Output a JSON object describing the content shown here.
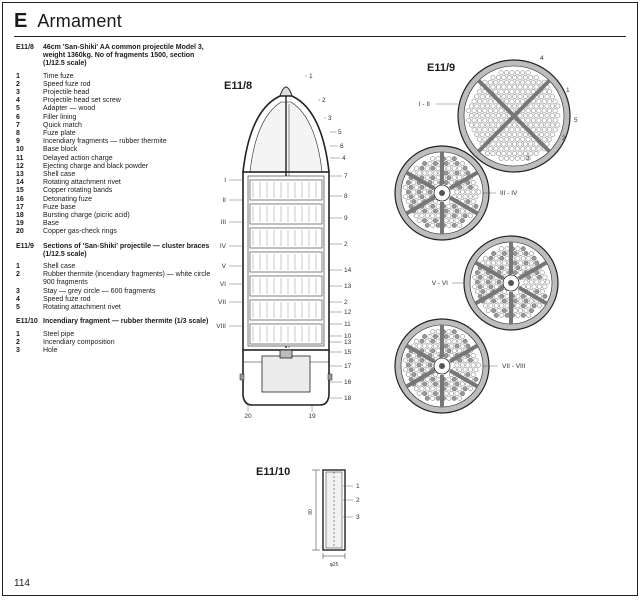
{
  "header": {
    "letter": "E",
    "title": "Armament"
  },
  "legend": [
    {
      "id": "E11/8",
      "desc": "46cm 'San-Shiki' AA common projectile Model 3, weight 1360kg. No of fragments 1500, section (1/12.5 scale)",
      "items": [
        {
          "n": "1",
          "t": "Time fuze"
        },
        {
          "n": "2",
          "t": "Speed fuze rod"
        },
        {
          "n": "3",
          "t": "Projectile head"
        },
        {
          "n": "4",
          "t": "Projectile head set screw"
        },
        {
          "n": "5",
          "t": "Adapter — wood"
        },
        {
          "n": "6",
          "t": "Filler lining"
        },
        {
          "n": "7",
          "t": "Quick match"
        },
        {
          "n": "8",
          "t": "Fuze plate"
        },
        {
          "n": "9",
          "t": "Incendiary fragments — rubber thermite"
        },
        {
          "n": "10",
          "t": "Base block"
        },
        {
          "n": "11",
          "t": "Delayed action charge"
        },
        {
          "n": "12",
          "t": "Ejecting charge and black powder"
        },
        {
          "n": "13",
          "t": "Shell case"
        },
        {
          "n": "14",
          "t": "Rotating attachment rivet"
        },
        {
          "n": "15",
          "t": "Copper rotating bands"
        },
        {
          "n": "16",
          "t": "Detonating fuze"
        },
        {
          "n": "17",
          "t": "Fuze base"
        },
        {
          "n": "18",
          "t": "Bursting charge (picric acid)"
        },
        {
          "n": "19",
          "t": "Base"
        },
        {
          "n": "20",
          "t": "Copper gas-check rings"
        }
      ]
    },
    {
      "id": "E11/9",
      "desc": "Sections of 'San-Shiki' projectile — cluster braces (1/12.5 scale)",
      "items": [
        {
          "n": "1",
          "t": "Shell case"
        },
        {
          "n": "2",
          "t": "Rubber thermite (incendiary fragments) — white circle 900 fragments"
        },
        {
          "n": "3",
          "t": "Stay — grey circle — 600 fragments"
        },
        {
          "n": "4",
          "t": "Speed fuze rod"
        },
        {
          "n": "5",
          "t": "Rotating attachment rivet"
        }
      ]
    },
    {
      "id": "E11/10",
      "desc": "Incendiary fragment — rubber thermite (1/3 scale)",
      "items": [
        {
          "n": "1",
          "t": "Steel pipe"
        },
        {
          "n": "2",
          "t": "Incendiary composition"
        },
        {
          "n": "3",
          "t": "Hole"
        }
      ]
    }
  ],
  "figures": {
    "fig8": {
      "title": "E11/8",
      "sections": [
        "I",
        "II",
        "III",
        "IV",
        "V",
        "VI",
        "VII",
        "VIII"
      ],
      "right_callouts": [
        "1",
        "2",
        "3",
        "5",
        "6",
        "4",
        "7",
        "8",
        "9",
        "2",
        "14",
        "13",
        "2",
        "12",
        "11",
        "10",
        "13",
        "15",
        "17",
        "16",
        "18"
      ],
      "bottom_callouts": [
        "20",
        "19"
      ]
    },
    "fig9": {
      "title": "E11/9",
      "section_labels": [
        "I - II",
        "III - IV",
        "V - VI",
        "VII - VIII"
      ],
      "callouts": [
        "4",
        "1",
        "5",
        "2",
        "3"
      ]
    },
    "fig10": {
      "title": "E11/10",
      "callouts": [
        "1",
        "2",
        "3"
      ],
      "dims": {
        "length": "90",
        "width": "φ25"
      }
    }
  },
  "page": {
    "number": "114"
  }
}
